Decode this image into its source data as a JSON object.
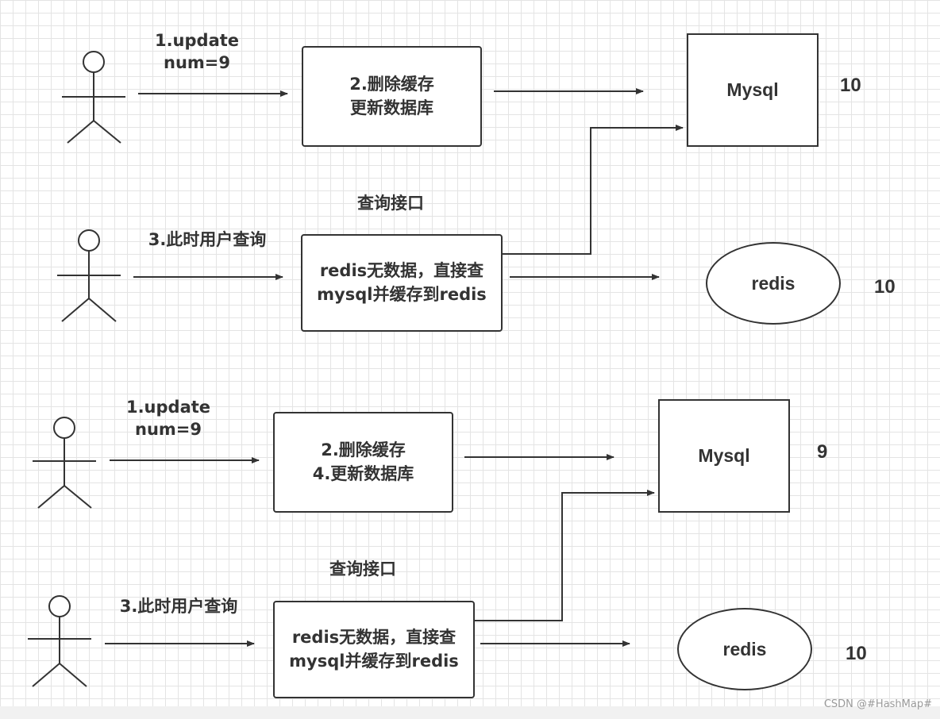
{
  "scenario_top": {
    "update_label": "1.update\nnum=9",
    "process_label": "2.删除缓存\n更新数据库",
    "query_user_label": "3.此时用户查询",
    "query_interface_title": "查询接口",
    "query_process_label": "redis无数据，直接查\nmysql并缓存到redis",
    "mysql_label": "Mysql",
    "mysql_value": "10",
    "redis_label": "redis",
    "redis_value": "10"
  },
  "scenario_bottom": {
    "update_label": "1.update\nnum=9",
    "process_label": "2.删除缓存\n4.更新数据库",
    "query_user_label": "3.此时用户查询",
    "query_interface_title": "查询接口",
    "query_process_label": "redis无数据，直接查\nmysql并缓存到redis",
    "mysql_label": "Mysql",
    "mysql_value": "9",
    "redis_label": "redis",
    "redis_value": "10"
  },
  "watermark": "CSDN @#HashMap#"
}
